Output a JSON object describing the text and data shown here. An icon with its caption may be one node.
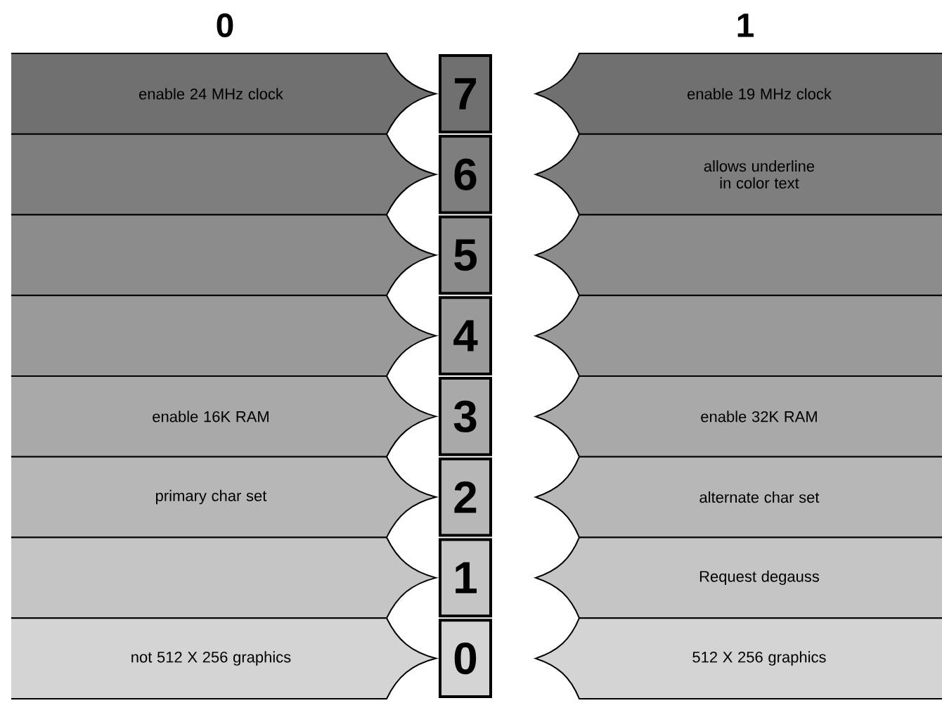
{
  "diagram": {
    "nodes": [
      {
        "text": [
          "enable 24 MHz clock"
        ]
      },
      {
        "text": [
          "7"
        ]
      },
      {
        "text": [
          "enable 19 MHz clock"
        ]
      },
      {
        "text": [],
        "shape": "box"
      },
      {
        "text": [
          "6"
        ]
      },
      {
        "text": [
          "allows underline in color text"
        ]
      },
      {
        "text": [],
        "shape": "box"
      },
      {
        "text": [
          "5"
        ]
      },
      {
        "text": [],
        "shape": "box"
      },
      {
        "text": [],
        "shape": "box"
      },
      {
        "text": [
          "4"
        ]
      },
      {
        "text": [],
        "shape": "box"
      },
      {
        "text": [
          "enable 16K RAM"
        ]
      },
      {
        "text": [
          "3"
        ]
      },
      {
        "text": [
          "enable 32K RAM"
        ]
      },
      {
        "text": [
          "primary char set"
        ]
      },
      {
        "text": [
          "2"
        ]
      },
      {
        "text": [
          "alternate char set"
        ]
      },
      {
        "text": [],
        "shape": "box"
      },
      {
        "text": [
          "1"
        ]
      },
      {
        "text": [
          "Request degauss"
        ]
      },
      {
        "text": [
          "not 512 X 256 graphics"
        ]
      },
      {
        "text": [
          "0"
        ]
      },
      {
        "text": [
          "512 X 256 graphics"
        ]
      }
    ],
    "labels": [
      "0",
      "1"
    ]
  }
}
